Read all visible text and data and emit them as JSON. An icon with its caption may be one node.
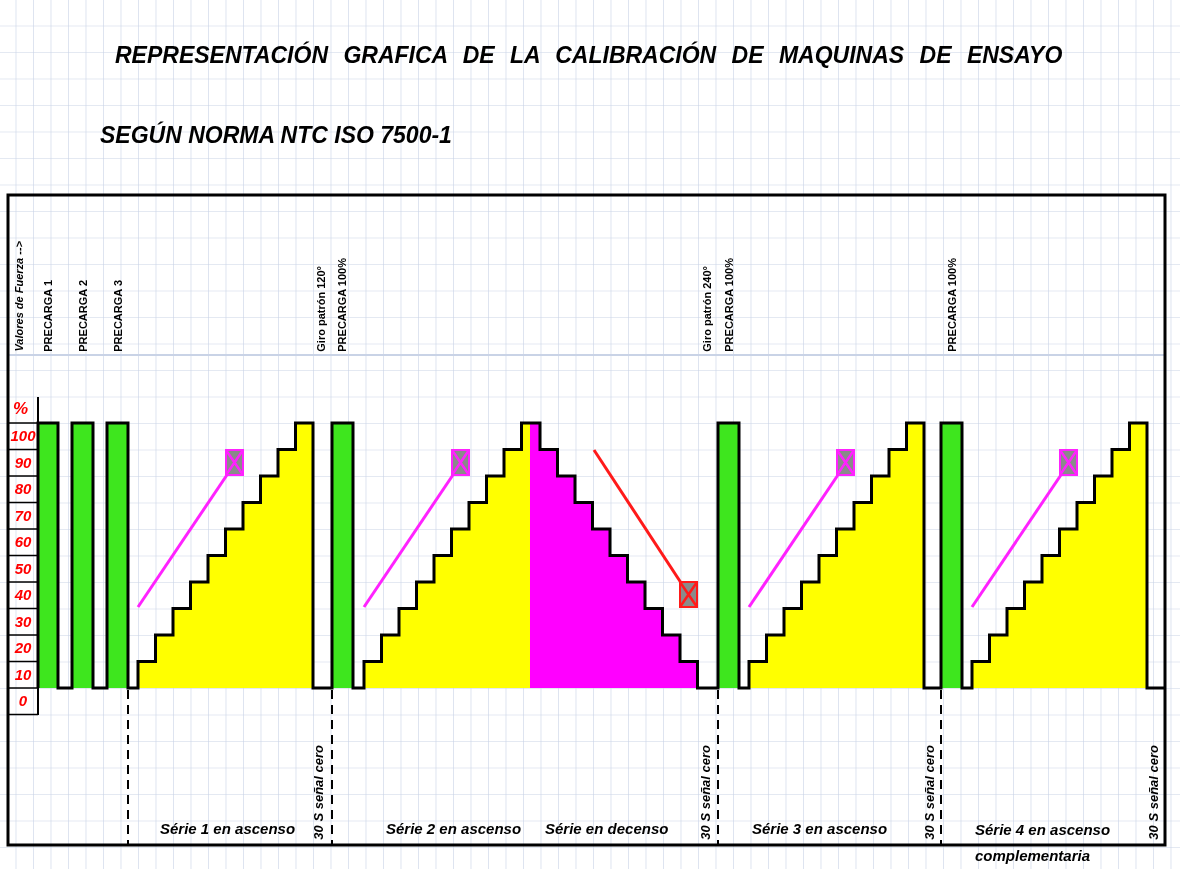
{
  "diagram": {
    "title": "REPRESENTACIÓN GRAFICA DE LA CALIBRACIÓN DE MAQUINAS DE ENSAYO",
    "labels": [
      "SEGÚN NORMA NTC ISO 7500-1",
      "Valores de Fuerza -->",
      "PRECARGA 1",
      "PRECARGA 2",
      "PRECARGA 3",
      "Giro patrón 120°",
      "PRECARGA 100%",
      "Giro patrón 240°",
      "PRECARGA 100%",
      "PRECARGA 100%",
      "%",
      "100",
      "90",
      "80",
      "70",
      "60",
      "50",
      "40",
      "30",
      "20",
      "10",
      "0",
      "Série 1 en ascenso",
      "30 S señal cero",
      "Série 2 en ascenso",
      "Série en decenso",
      "30 S señal cero",
      "Série 3 en ascenso",
      "30 S señal cero",
      "Série 4 en ascenso complementaria",
      "30 S señal cero"
    ]
  }
}
